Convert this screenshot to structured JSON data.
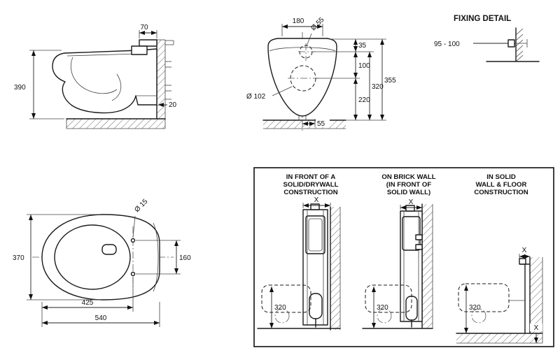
{
  "side_view": {
    "dim_top": "70",
    "dim_height": "390",
    "dim_offset": "20"
  },
  "front_view": {
    "dim_width": "180",
    "dim_hole": "Ø 55",
    "dim_inlet": "Ø 102",
    "dim_35": "35",
    "dim_100": "100",
    "dim_320": "320",
    "dim_355": "355",
    "dim_220": "220",
    "dim_55": "55"
  },
  "fixing_detail": {
    "title": "FIXING DETAIL",
    "dim_range": "95 - 100"
  },
  "plan_view": {
    "dim_width": "370",
    "dim_hole": "Ø 15",
    "dim_160": "160",
    "dim_425": "425",
    "dim_540": "540"
  },
  "installation": {
    "columns": [
      {
        "title_lines": [
          "IN FRONT OF A",
          "SOLID/DRYWALL",
          "CONSTRUCTION"
        ],
        "dim_x": "X",
        "dim_320": "320"
      },
      {
        "title_lines": [
          "ON BRICK WALL",
          "(IN FRONT OF",
          "SOLID WALL)"
        ],
        "dim_x": "X",
        "dim_320": "320"
      },
      {
        "title_lines": [
          "IN SOLID",
          "WALL & FLOOR",
          "CONSTRUCTION"
        ],
        "dim_x_top": "X",
        "dim_320": "320",
        "dim_x_bottom": "X"
      }
    ]
  }
}
